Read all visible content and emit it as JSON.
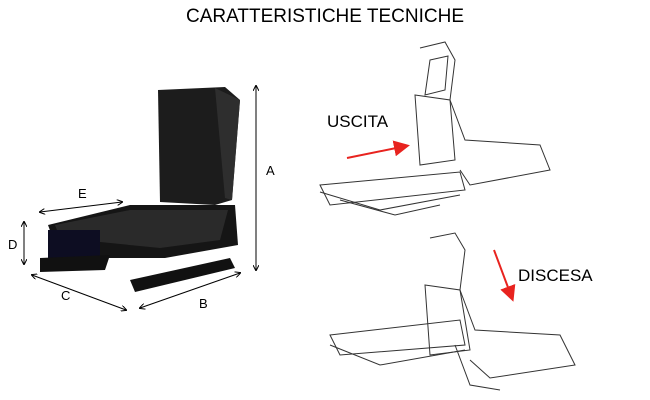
{
  "title": "CARATTERISTICHE TECNICHE",
  "dimensions": {
    "a": "A",
    "b": "B",
    "c": "C",
    "d": "D",
    "e": "E"
  },
  "diagrams": {
    "exit_label": "USCITA",
    "descent_label": "DISCESA"
  },
  "colors": {
    "arrow": "#e8231f",
    "seat": "#1a1a1a"
  }
}
